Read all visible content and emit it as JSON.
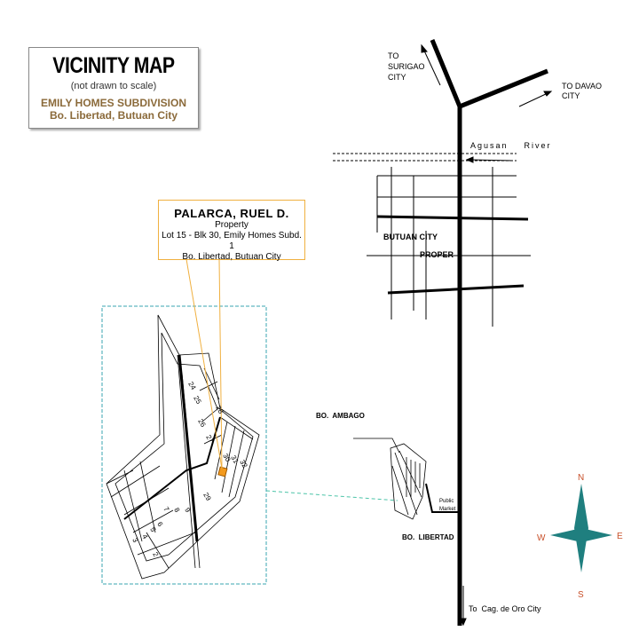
{
  "title_box": {
    "title": "VICINITY MAP",
    "subtitle": "(not drawn to scale)",
    "subdivision": "EMILY HOMES SUBDIVISION",
    "location": "Bo. Libertad, Butuan City"
  },
  "property_box": {
    "owner": "PALARCA, RUEL  D.",
    "type": "Property",
    "lot": "Lot 15 - Blk 30, Emily Homes Subd. 1",
    "address": "Bo. Libertad, Butuan City"
  },
  "labels": {
    "to_surigao": [
      "TO",
      "SURIGAO",
      "CITY"
    ],
    "to_davao": [
      "TO DAVAO",
      "CITY"
    ],
    "river": "Agusan    River",
    "butuan_city": "BUTUAN CITY",
    "proper": "PROPER",
    "ambago": "BO.  AMBAGO",
    "libertad": "BO.  LIBERTAD",
    "public_market": [
      "Public",
      "Market"
    ],
    "to_cagayan": "To  Cag. de Oro City"
  },
  "lot_numbers": [
    "24",
    "25",
    "26",
    "27",
    "28",
    "29",
    "30",
    "31",
    "32",
    "3",
    "4",
    "5",
    "6",
    "7",
    "8",
    "9",
    "2"
  ],
  "compass": {
    "n": "N",
    "s": "S",
    "e": "E",
    "w": "W"
  },
  "colors": {
    "compass": "#1f7f7f",
    "highlight": "#f39a1e",
    "callout": "#f0b040",
    "inset_border": "#3aa6b0",
    "brown": "#8b6a3a"
  }
}
